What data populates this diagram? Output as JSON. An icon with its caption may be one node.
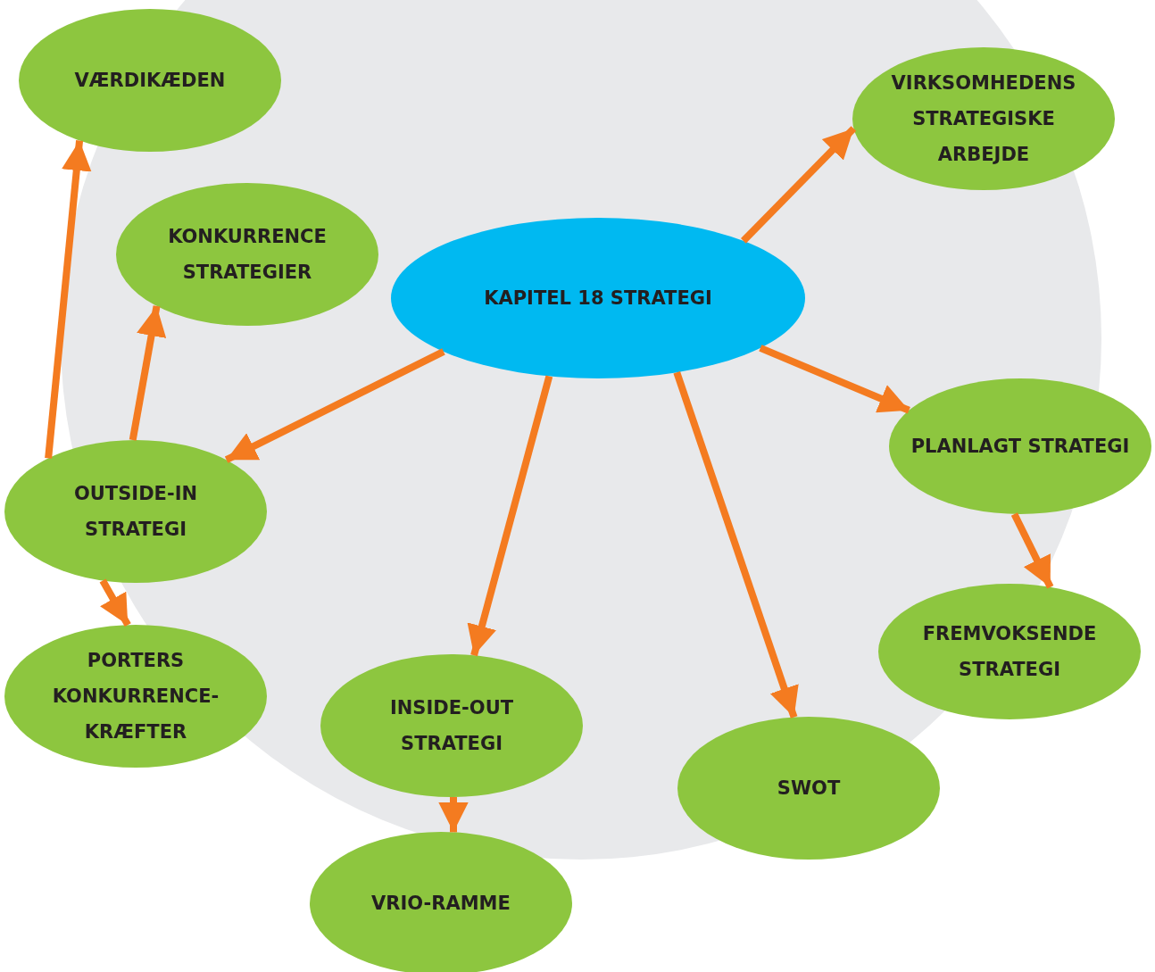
{
  "diagram": {
    "nodes": [
      {
        "text": [
          "KAPITEL 18 STRATEGI"
        ]
      },
      {
        "text": [
          "VÆRDIKÆDEN"
        ]
      },
      {
        "text": [
          "KONKURRENCE STRATEGIER"
        ]
      },
      {
        "text": [
          "VIRKSOMHEDENS STRATEGISKE ARBEJDE"
        ]
      },
      {
        "text": [
          "OUTSIDE-IN STRATEGI"
        ]
      },
      {
        "text": [
          "PLANLAGT STRATEGI"
        ]
      },
      {
        "text": [
          "PORTERS KONKURRENCE-KRÆFTER"
        ]
      },
      {
        "text": [
          "INSIDE-OUT STRATEGI"
        ]
      },
      {
        "text": [
          "FREMVOKSENDE STRATEGI"
        ]
      },
      {
        "text": [
          "SWOT"
        ]
      },
      {
        "text": [
          "VRIO-RAMME"
        ]
      }
    ],
    "edges": [
      {
        "from": 0,
        "to": 3,
        "arrow": "to"
      },
      {
        "from": 0,
        "to": 4,
        "arrow": "to"
      },
      {
        "from": 0,
        "to": 7,
        "arrow": "to"
      },
      {
        "from": 0,
        "to": 9,
        "arrow": "to"
      },
      {
        "from": 0,
        "to": 5,
        "arrow": "to"
      },
      {
        "from": 4,
        "to": 1,
        "arrow": "to"
      },
      {
        "from": 4,
        "to": 2,
        "arrow": "to"
      },
      {
        "from": 4,
        "to": 6,
        "arrow": "to"
      },
      {
        "from": 5,
        "to": 8,
        "arrow": "to"
      },
      {
        "from": 7,
        "to": 10,
        "arrow": "to"
      }
    ]
  }
}
